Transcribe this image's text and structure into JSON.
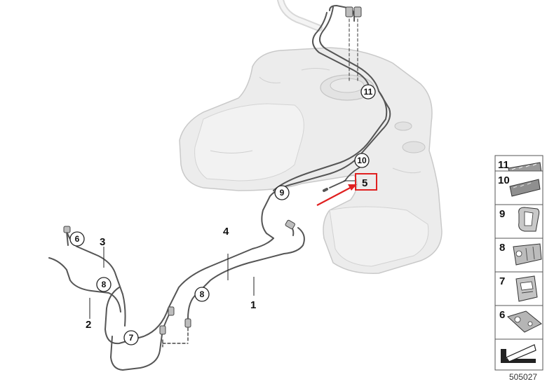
{
  "callouts": {
    "c1": "1",
    "c2": "2",
    "c3": "3",
    "c4": "4",
    "c5": "5",
    "c6": "6",
    "c7": "7",
    "c8a": "8",
    "c8b": "8",
    "c9": "9",
    "c10": "10",
    "c11": "11"
  },
  "legend": {
    "items": [
      {
        "number": "11",
        "icon": "clip-11-icon"
      },
      {
        "number": "10",
        "icon": "clip-10-icon"
      },
      {
        "number": "9",
        "icon": "clip-9-icon"
      },
      {
        "number": "8",
        "icon": "clip-8-icon"
      },
      {
        "number": "7",
        "icon": "clip-7-icon"
      },
      {
        "number": "6",
        "icon": "clip-6-icon"
      }
    ],
    "footer_icon": "arrow-icon"
  },
  "reference_number": "505027",
  "colors": {
    "highlight": "#e02020",
    "tank_fill": "#ececec",
    "tank_stroke": "#c9c9c9",
    "line_stroke": "#555555"
  }
}
